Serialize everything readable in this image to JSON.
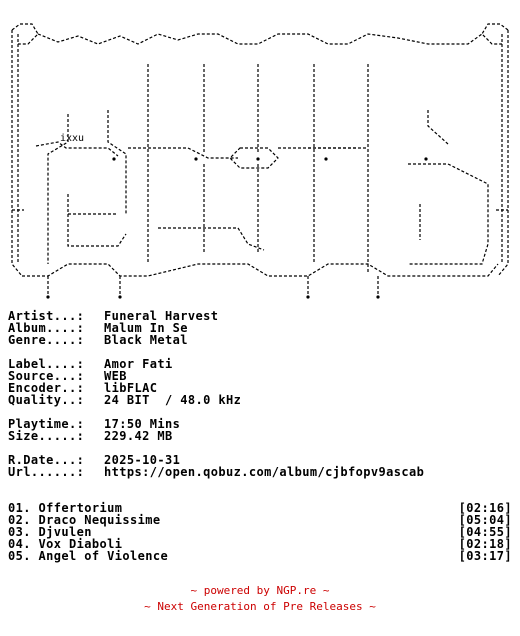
{
  "release": {
    "artist_label": "Artist...:",
    "artist": "Funeral Harvest",
    "album_label": "Album....:",
    "album": "Malum In Se",
    "genre_label": "Genre....:",
    "genre": "Black Metal",
    "label_label": "Label....:",
    "label": "Amor Fati",
    "source_label": "Source...:",
    "source": "WEB",
    "encoder_label": "Encoder..:",
    "encoder": "libFLAC",
    "quality_label": "Quality..:",
    "quality": "24 BIT  / 48.0 kHz",
    "playtime_label": "Playtime.:",
    "playtime": "17:50 Mins",
    "size_label": "Size.....:",
    "size": "229.42 MB",
    "rdate_label": "R.Date...:",
    "rdate": "2025-10-31",
    "url_label": "Url......:",
    "url": "https://open.qobuz.com/album/cjbfopv9ascab"
  },
  "tracks": [
    {
      "title": "01. Offertorium",
      "duration": "[02:16]"
    },
    {
      "title": "02. Draco Nequissime",
      "duration": "[05:04]"
    },
    {
      "title": "03. Djvulen",
      "duration": "[04:55]"
    },
    {
      "title": "04. Vox Diaboli",
      "duration": "[02:18]"
    },
    {
      "title": "05. Angel of Violence",
      "duration": "[03:17]"
    }
  ],
  "art": {
    "inner_text": "ixxu"
  },
  "footer": {
    "line1": "~ powered by NGP.re ~",
    "line2": "~ Next Generation of Pre Releases ~",
    "color": "#cc0000"
  }
}
